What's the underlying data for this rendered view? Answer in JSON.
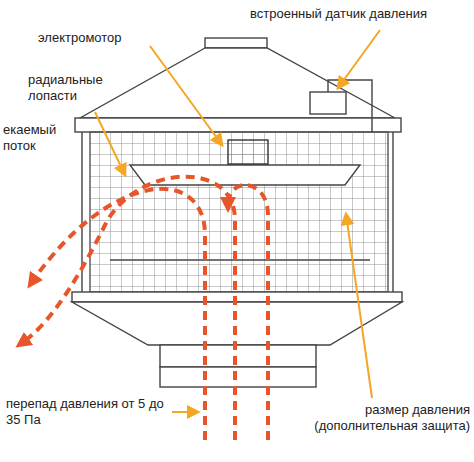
{
  "diagram": {
    "labels": [
      "встроенный датчик давления",
      "электромотор",
      "радиальные лопасти",
      "екаемый поток",
      "перепад давления от 5 до 35 Па",
      "размер давления (дополнительная защита)"
    ]
  }
}
